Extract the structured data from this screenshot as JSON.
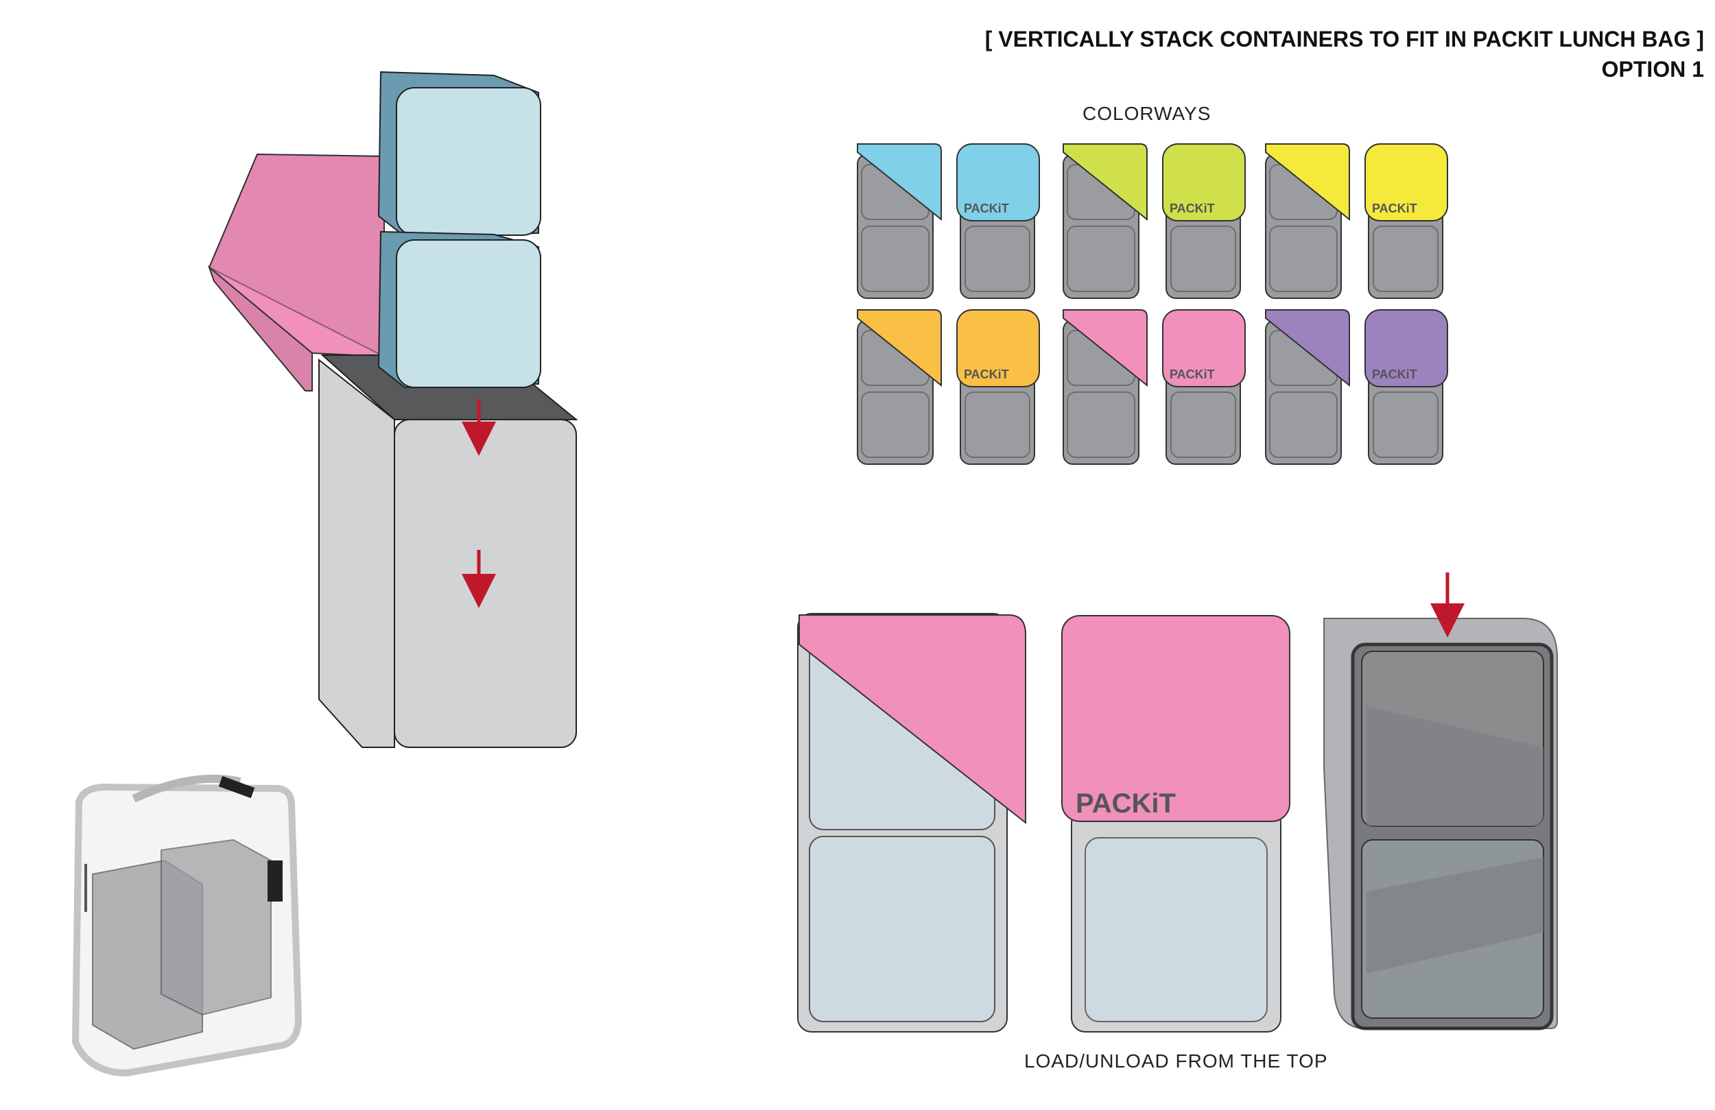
{
  "header": {
    "title": "[ VERTICALLY STACK CONTAINERS TO FIT IN PACKIT LUNCH BAG ]",
    "subtitle": "OPTION 1"
  },
  "colorways": {
    "label": "COLORWAYS",
    "brand": "PACKiT",
    "swatches": [
      {
        "name": "blue",
        "color": "#7fd0e8"
      },
      {
        "name": "lime",
        "color": "#cfe04a"
      },
      {
        "name": "yellow",
        "color": "#f5ea3b"
      },
      {
        "name": "orange",
        "color": "#f9c045"
      },
      {
        "name": "pink",
        "color": "#f090bb"
      },
      {
        "name": "purple",
        "color": "#9d82c0"
      }
    ]
  },
  "bottom": {
    "label": "LOAD/UNLOAD FROM THE TOP",
    "brand": "PACKiT"
  },
  "colors": {
    "lid_pink": "#f090bb",
    "container_blue": "#c6e1e8",
    "container_blue_dark": "#6a9bb0",
    "body_gray": "#d2d3d5",
    "tray_gray": "#9a9c9f",
    "arrow_red": "#c0182b"
  }
}
